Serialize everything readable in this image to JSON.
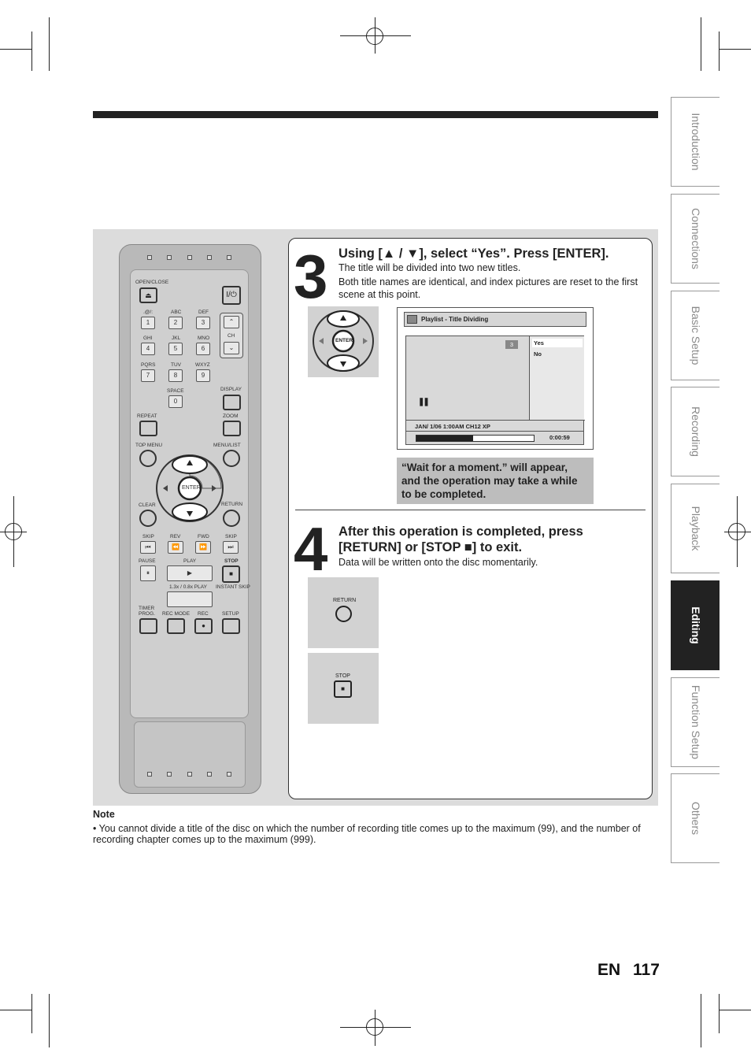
{
  "tabs": [
    {
      "label": "Introduction",
      "active": false
    },
    {
      "label": "Connections",
      "active": false
    },
    {
      "label": "Basic Setup",
      "active": false
    },
    {
      "label": "Recording",
      "active": false
    },
    {
      "label": "Playback",
      "active": false
    },
    {
      "label": "Editing",
      "active": true
    },
    {
      "label": "Function Setup",
      "active": false
    },
    {
      "label": "Others",
      "active": false
    }
  ],
  "remote": {
    "open_close": "OPEN/CLOSE",
    "power": "I/⏻",
    "keys_row1": [
      {
        "label": ".@/:",
        "num": "1"
      },
      {
        "label": "ABC",
        "num": "2"
      },
      {
        "label": "DEF",
        "num": "3"
      }
    ],
    "keys_row2": [
      {
        "label": "GHI",
        "num": "4"
      },
      {
        "label": "JKL",
        "num": "5"
      },
      {
        "label": "MNO",
        "num": "6"
      }
    ],
    "keys_row3": [
      {
        "label": "PQRS",
        "num": "7"
      },
      {
        "label": "TUV",
        "num": "8"
      },
      {
        "label": "WXYZ",
        "num": "9"
      }
    ],
    "ch": "CH",
    "space": "SPACE",
    "zero": "0",
    "display": "DISPLAY",
    "repeat": "REPEAT",
    "zoom": "ZOOM",
    "top_menu": "TOP MENU",
    "menu_list": "MENU/LIST",
    "enter": "ENTER",
    "clear": "CLEAR",
    "return": "RETURN",
    "skip_left": "SKIP",
    "rev": "REV",
    "fwd": "FWD",
    "skip_right": "SKIP",
    "pause": "PAUSE",
    "play": "PLAY",
    "stop": "STOP",
    "slow_play": "1.3x / 0.8x PLAY",
    "instant_skip": "INSTANT SKIP",
    "timer_prog": "TIMER PROG.",
    "rec_mode": "REC MODE",
    "rec": "REC",
    "setup": "SETUP"
  },
  "step3": {
    "number": "3",
    "heading": "Using [▲ / ▼], select “Yes”. Press [ENTER].",
    "line1": "The title will be divided into two new titles.",
    "line2": "Both title names are identical, and index pictures are reset to the first scene at this point.",
    "dpad_enter": "ENTER",
    "screen": {
      "title": "Playlist - Title Dividing",
      "badge": "3",
      "options": [
        "Yes",
        "No"
      ],
      "pause_glyph": "❚❚",
      "info": "JAN/ 1/06 1:00AM CH12 XP",
      "progress": 0.48,
      "time": "0:00:59"
    },
    "callout": "“Wait for a moment.” will appear, and the operation may take a while to be completed."
  },
  "step4": {
    "number": "4",
    "heading": "After this operation is completed, press [RETURN] or [STOP ■] to exit.",
    "line1": "Data will be written onto the disc momentarily.",
    "return_label": "RETURN",
    "stop_label": "STOP"
  },
  "note": {
    "heading": "Note",
    "text": "• You cannot divide a title of the disc on which the number of recording title comes up to the maximum (99), and the number of recording chapter comes up to the maximum (999)."
  },
  "page": {
    "lang": "EN",
    "number": "117"
  }
}
